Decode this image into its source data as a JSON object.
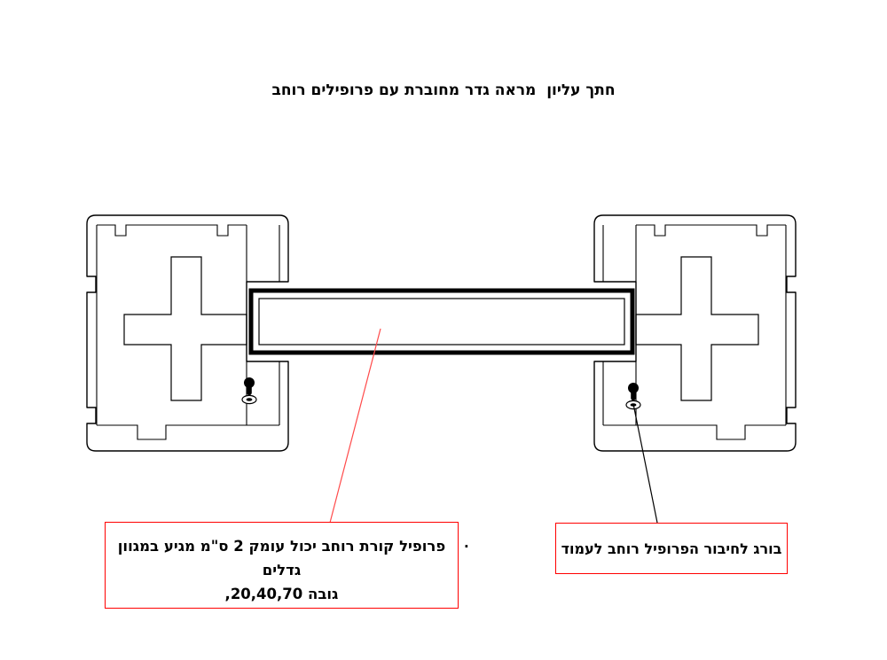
{
  "title": {
    "text": "חתך עליון  מראה גדר מחוברת עם פרופילים רוחב"
  },
  "callouts": {
    "beam": {
      "line1": "פרופיל קורת רוחב יכול עומק 2 ס\"מ מגיע במגוון גדלים",
      "line2": "גובה 20,40,70,",
      "border_color": "#ff0000",
      "leader_color": "#ff4a4a"
    },
    "screw": {
      "text": "בורג לחיבור הפרופיל רוחב לעמוד",
      "border_color": "#ff0000",
      "leader_color": "#000000"
    }
  },
  "annotations": {
    "stray_mark": "."
  },
  "diagram": {
    "background": "#ffffff",
    "line_color": "#000000",
    "parts": [
      "left-post-profile",
      "right-post-profile",
      "width-beam-profile",
      "connection-screw-left",
      "connection-screw-right"
    ]
  }
}
